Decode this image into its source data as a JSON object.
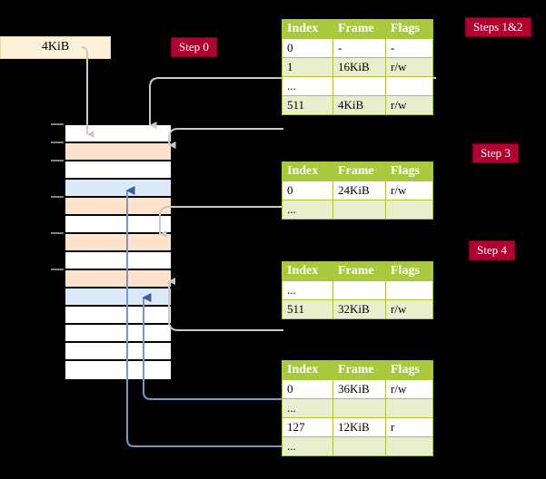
{
  "labels": {
    "step0": "Step 0",
    "steps12": "Steps 1&2",
    "step3": "Step 3",
    "step4": "Step 4",
    "request": "4KiB"
  },
  "tables": {
    "columns": [
      "Index",
      "Frame",
      "Flags"
    ],
    "t1": {
      "rows": [
        {
          "index": "0",
          "frame": "-",
          "flags": "-",
          "alt": false,
          "hl": false
        },
        {
          "index": "1",
          "frame": "16KiB",
          "flags": "r/w",
          "alt": true,
          "hl": false
        },
        {
          "index": "...",
          "frame": "",
          "flags": "",
          "alt": false,
          "hl": false
        },
        {
          "index": "511",
          "frame": "4KiB",
          "flags": "r/w",
          "alt": true,
          "hl": true
        }
      ]
    },
    "t2": {
      "rows": [
        {
          "index": "0",
          "frame": "24KiB",
          "flags": "r/w",
          "alt": false,
          "hl": false
        },
        {
          "index": "...",
          "frame": "",
          "flags": "",
          "alt": true,
          "hl": false
        }
      ]
    },
    "t3": {
      "rows": [
        {
          "index": "...",
          "frame": "",
          "flags": "",
          "alt": false,
          "hl": false
        },
        {
          "index": "511",
          "frame": "32KiB",
          "flags": "r/w",
          "alt": true,
          "hl": false
        }
      ]
    },
    "t4": {
      "rows": [
        {
          "index": "0",
          "frame": "36KiB",
          "flags": "r/w",
          "alt": false,
          "hl": false
        },
        {
          "index": "...",
          "frame": "",
          "flags": "",
          "alt": true,
          "hl": false
        },
        {
          "index": "127",
          "frame": "12KiB",
          "flags": "r",
          "alt": false,
          "hl": false
        },
        {
          "index": "...",
          "frame": "",
          "flags": "",
          "alt": true,
          "hl": false
        }
      ]
    }
  },
  "memory": {
    "rows": [
      {
        "fill": "white",
        "tick": true
      },
      {
        "fill": "orange",
        "tick": true
      },
      {
        "fill": "white",
        "tick": true
      },
      {
        "fill": "blue",
        "tick": false
      },
      {
        "fill": "orange",
        "tick": true
      },
      {
        "fill": "white",
        "tick": false
      },
      {
        "fill": "orange",
        "tick": true
      },
      {
        "fill": "white",
        "tick": false
      },
      {
        "fill": "orange",
        "tick": true
      },
      {
        "fill": "blue",
        "tick": false
      },
      {
        "fill": "white",
        "tick": false
      },
      {
        "fill": "white",
        "tick": false
      },
      {
        "fill": "white",
        "tick": false
      },
      {
        "fill": "white",
        "tick": false
      }
    ]
  },
  "colors": {
    "pill_bg": "#b20030",
    "table_header": "#a8c93c",
    "table_alt": "#e9eecf",
    "highlight": "#fbf7a0",
    "mem_orange": "#fde3cc",
    "mem_blue": "#dbe9f8",
    "wire_grey": "#c8c8c8",
    "wire_blue": "#7b96c4",
    "request_bg": "#fdf2d9"
  }
}
